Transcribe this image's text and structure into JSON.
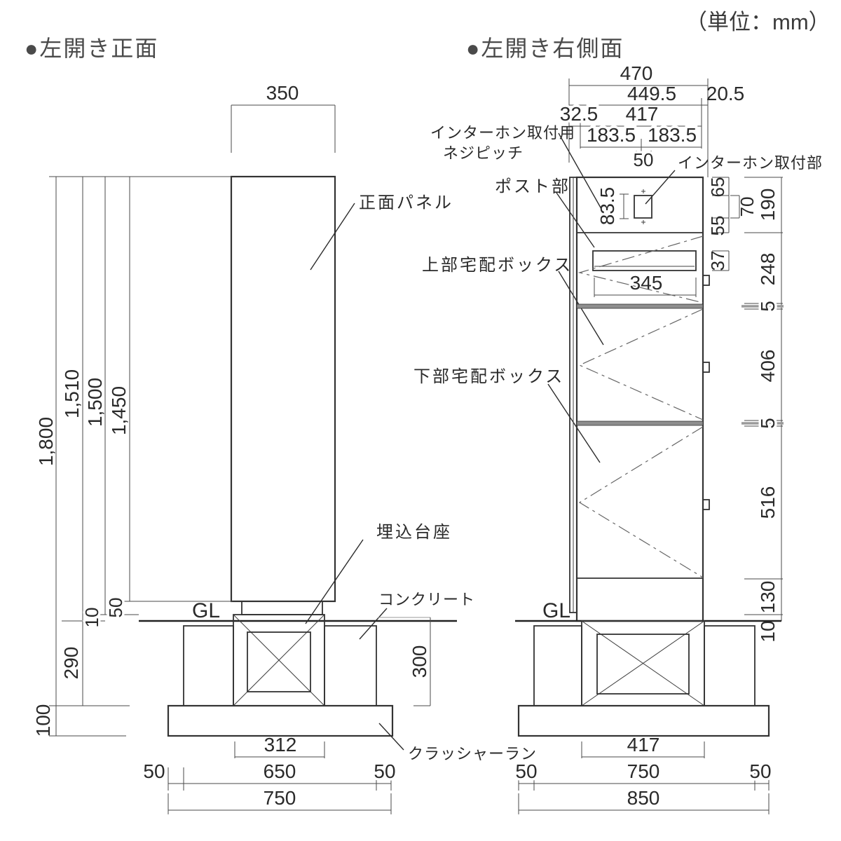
{
  "unit_note": "（単位：mm）",
  "colors": {
    "line": "#333333",
    "gray_fill": "#c9c9c9",
    "divider_fill": "#8e8e8e"
  },
  "front_view": {
    "title": "●左開き正面",
    "labels": {
      "panel": "正面パネル",
      "pedestal": "埋込台座",
      "concrete": "コンクリート",
      "crusher_run": "クラッシャーラン",
      "ground_line": "GL"
    },
    "dims": {
      "top_width": "350",
      "height_total": "1,800",
      "height_1510": "1,510",
      "height_1500": "1,500",
      "panel_height": "1,450",
      "gap_10": "10",
      "base_above_gl": "50",
      "foundation_depth": "290",
      "crusher_depth": "100",
      "foundation_height": "300",
      "pedestal_width": "312",
      "margin_left": "50",
      "concrete_width": "650",
      "margin_right": "50",
      "total_width": "750"
    }
  },
  "side_view": {
    "title": "●左開き右側面",
    "labels": {
      "intercom_screw_line1": "インターホン取付用",
      "intercom_screw_line2": "ネジピッチ",
      "intercom_mount": "インターホン取付部",
      "post": "ポスト部",
      "upper_box": "上部宅配ボックス",
      "lower_box": "下部宅配ボックス",
      "ground_line": "GL"
    },
    "dims": {
      "depth_total": "470",
      "depth_449_5": "449.5",
      "depth_20_5": "20.5",
      "depth_32_5": "32.5",
      "depth_417": "417",
      "depth_183_5_front": "183.5",
      "depth_183_5_rear": "183.5",
      "screw_pitch": "50",
      "intercom_offset": "83.5",
      "slot_width": "345",
      "slot_height": "37",
      "seg_65": "65",
      "seg_70": "70",
      "seg_55": "55",
      "seg_190": "190",
      "seg_248": "248",
      "seg_5_upper": "5",
      "seg_406": "406",
      "seg_5_lower": "5",
      "seg_516": "516",
      "seg_130": "130",
      "seg_10": "10",
      "pedestal_width": "417",
      "margin_left": "50",
      "concrete_width": "750",
      "margin_right": "50",
      "total_width": "850"
    }
  }
}
